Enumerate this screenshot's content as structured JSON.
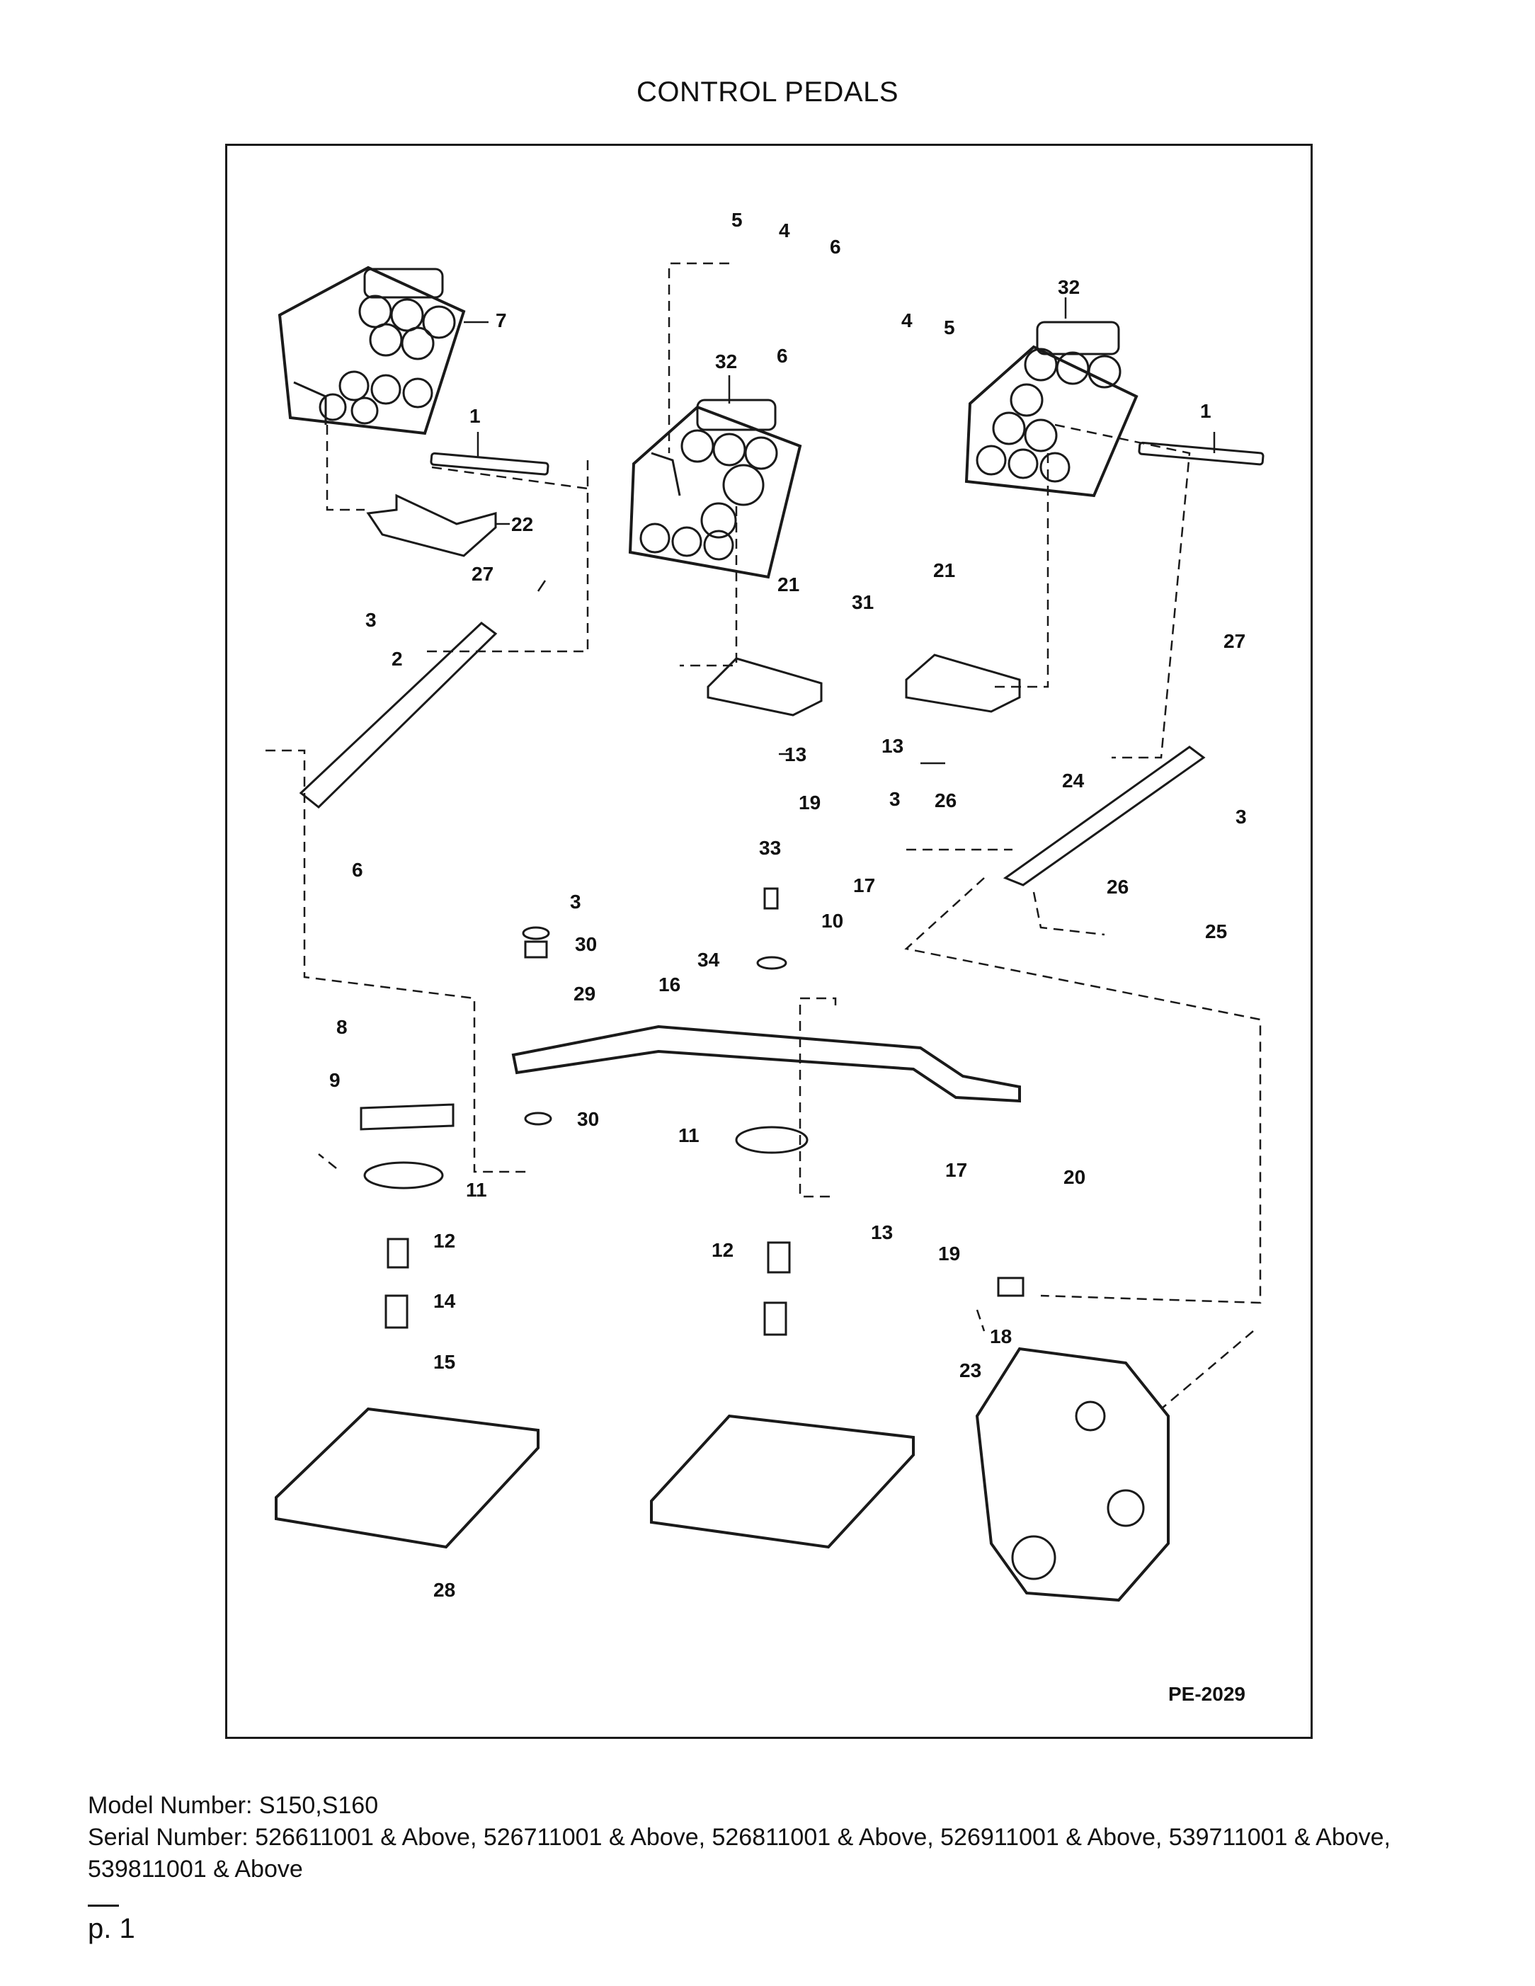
{
  "title": "CONTROL PEDALS",
  "drawing_code": "PE-2029",
  "callouts": {
    "c1a": "1",
    "c1b": "1",
    "c2": "2",
    "c3a": "3",
    "c3b": "3",
    "c3c": "3",
    "c3d": "3",
    "c4a": "4",
    "c4b": "4",
    "c5a": "5",
    "c5b": "5",
    "c6a": "6",
    "c6b": "6",
    "c6c": "6",
    "c7": "7",
    "c8": "8",
    "c9": "9",
    "c10": "10",
    "c11a": "11",
    "c11b": "11",
    "c12a": "12",
    "c12b": "12",
    "c13a": "13",
    "c13b": "13",
    "c13c": "13",
    "c14": "14",
    "c15": "15",
    "c16": "16",
    "c17a": "17",
    "c17b": "17",
    "c18": "18",
    "c19a": "19",
    "c19b": "19",
    "c20": "20",
    "c21a": "21",
    "c21b": "21",
    "c22": "22",
    "c23": "23",
    "c24": "24",
    "c25": "25",
    "c26a": "26",
    "c26b": "26",
    "c27a": "27",
    "c27b": "27",
    "c28": "28",
    "c29": "29",
    "c30a": "30",
    "c30b": "30",
    "c31": "31",
    "c32a": "32",
    "c32b": "32",
    "c33": "33",
    "c34": "34"
  },
  "model_line": "Model Number: S150,S160",
  "serial_line": "Serial Number: 526611001 & Above, 526711001 & Above, 526811001 & Above, 526911001 & Above, 539711001 & Above, 539811001 & Above",
  "page_label": "p. 1"
}
